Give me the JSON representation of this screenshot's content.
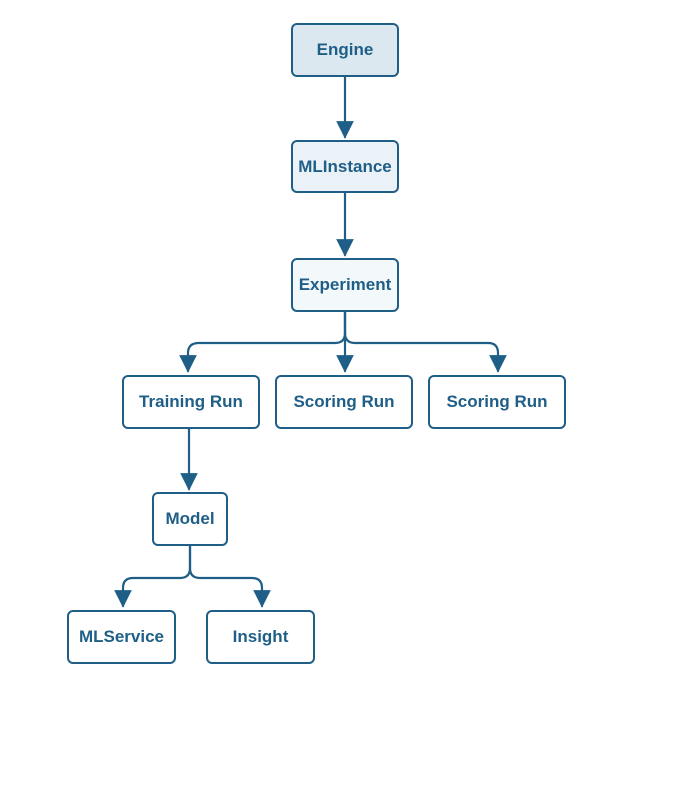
{
  "colors": {
    "stroke": "#1f5f87",
    "text": "#1f5f87",
    "fill_root": "#dbe8f0",
    "fill_level1": "#eaf2f7",
    "fill_level2": "#f3f8fb",
    "fill_leaf": "#ffffff"
  },
  "nodes": {
    "engine": "Engine",
    "mlinstance": "MLInstance",
    "experiment": "Experiment",
    "training_run": "Training Run",
    "scoring_run_1": "Scoring Run",
    "scoring_run_2": "Scoring Run",
    "model": "Model",
    "mlservice": "MLService",
    "insight": "Insight"
  }
}
